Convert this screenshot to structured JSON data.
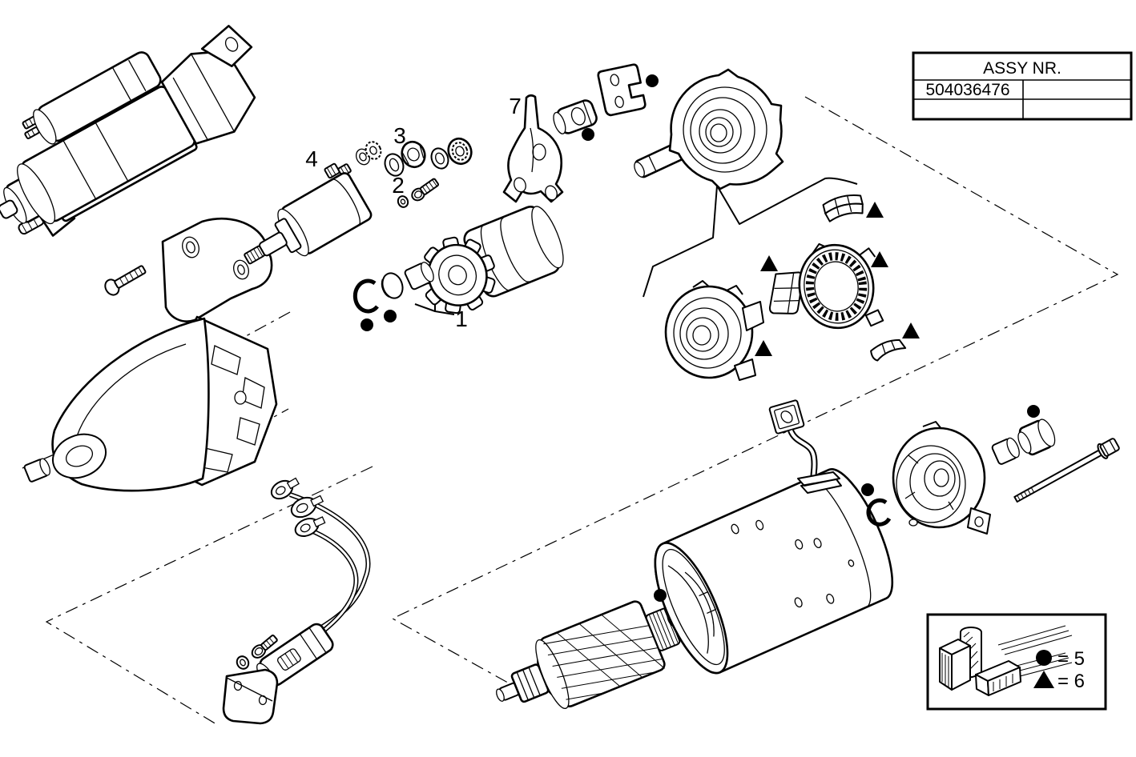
{
  "diagram": {
    "callouts": {
      "c1": "1",
      "c2": "2",
      "c3": "3",
      "c4": "4",
      "c7": "7"
    }
  },
  "assy_table": {
    "title": "ASSY NR.",
    "rows": [
      {
        "part_number": "504036476",
        "note": ""
      },
      {
        "part_number": "",
        "note": ""
      }
    ]
  },
  "legend": {
    "items": [
      {
        "symbol": "dot",
        "text": "= 5"
      },
      {
        "symbol": "triangle",
        "text": "= 6"
      }
    ]
  }
}
